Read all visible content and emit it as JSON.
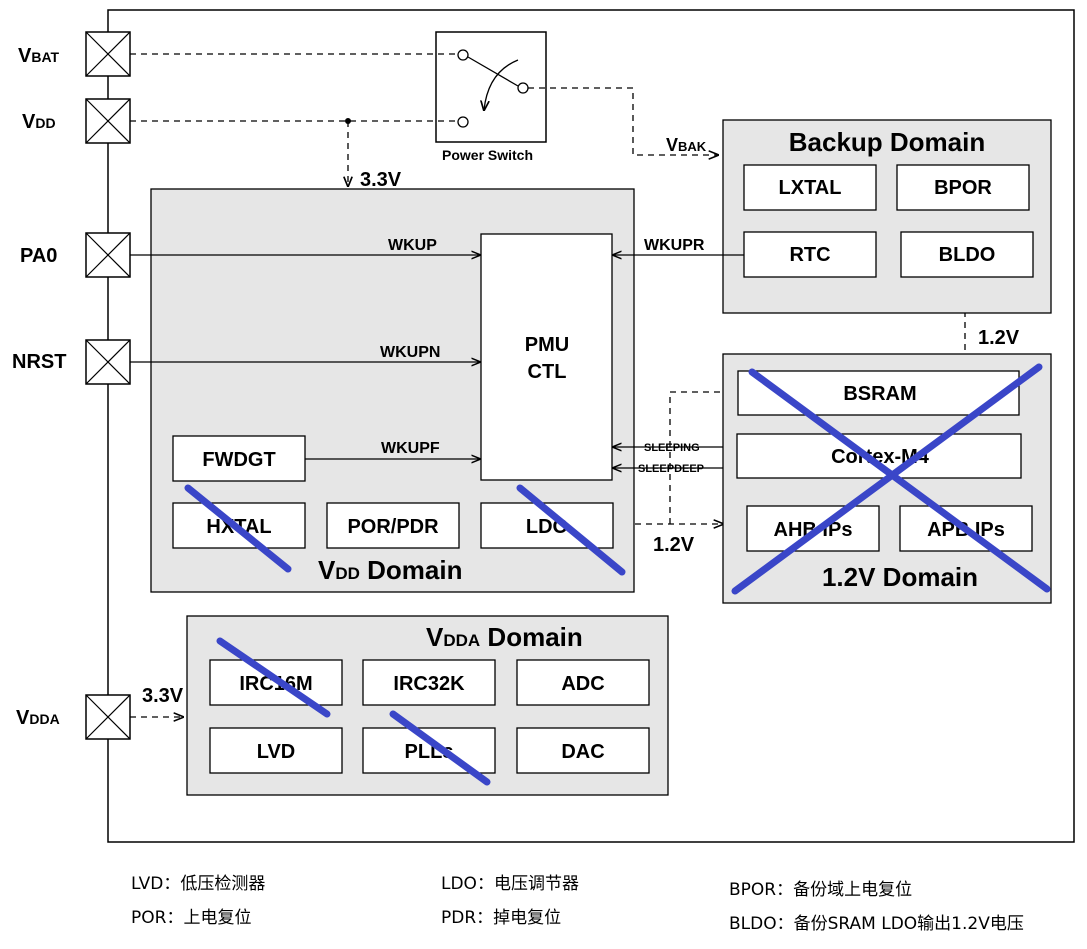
{
  "pins": {
    "vbat": {
      "main": "V",
      "sub": "BAT"
    },
    "vdd": {
      "main": "V",
      "sub": "DD"
    },
    "pa0": "PA0",
    "nrst": "NRST",
    "vdda": {
      "main": "V",
      "sub": "DDA"
    }
  },
  "power_switch": {
    "label": "Power Switch"
  },
  "voltages": {
    "v33_top": "3.3V",
    "v12_backup": "1.2V",
    "v12_ldo": "1.2V",
    "v33_vdda": "3.3V",
    "vbak": {
      "main": "V",
      "sub": "BAK"
    }
  },
  "backup_domain": {
    "title": "Backup Domain",
    "blocks": {
      "lxtal": "LXTAL",
      "bpor": "BPOR",
      "rtc": "RTC",
      "bldo": "BLDO"
    }
  },
  "vdd_domain": {
    "title_main": "V",
    "title_sub": "DD",
    "title_rest": " Domain",
    "blocks": {
      "pmu_line1": "PMU",
      "pmu_line2": "CTL",
      "fwdgt": "FWDGT",
      "hxtal": "HXTAL",
      "por_pdr": "POR/PDR",
      "ldo": "LDO"
    }
  },
  "signals": {
    "wkup": "WKUP",
    "wkupn": "WKUPN",
    "wkupf": "WKUPF",
    "wkupr": "WKUPR",
    "sleeping": "SLEEPING",
    "sleepdeep": "SLEEPDEEP"
  },
  "domain_12v": {
    "title": "1.2V Domain",
    "blocks": {
      "bsram": "BSRAM",
      "cortex": "Cortex-M4",
      "ahb": "AHB IPs",
      "apb": "APB IPs"
    }
  },
  "vdda_domain": {
    "title_main": "V",
    "title_sub": "DDA",
    "title_rest": " Domain",
    "blocks": {
      "irc16m": "IRC16M",
      "irc32k": "IRC32K",
      "adc": "ADC",
      "lvd": "LVD",
      "plls": "PLLs",
      "dac": "DAC"
    }
  },
  "legend": {
    "lvd": "LVD：低压检测器",
    "por": "POR：上电复位",
    "ldo": "LDO：电压调节器",
    "pdr": "PDR：掉电复位",
    "bpor": "BPOR：备份域上电复位",
    "bldo": "BLDO：备份SRAM LDO输出1.2V电压"
  },
  "colors": {
    "cross": "#3a46c8",
    "domain_fill": "#e6e6e6",
    "line": "#000000"
  }
}
